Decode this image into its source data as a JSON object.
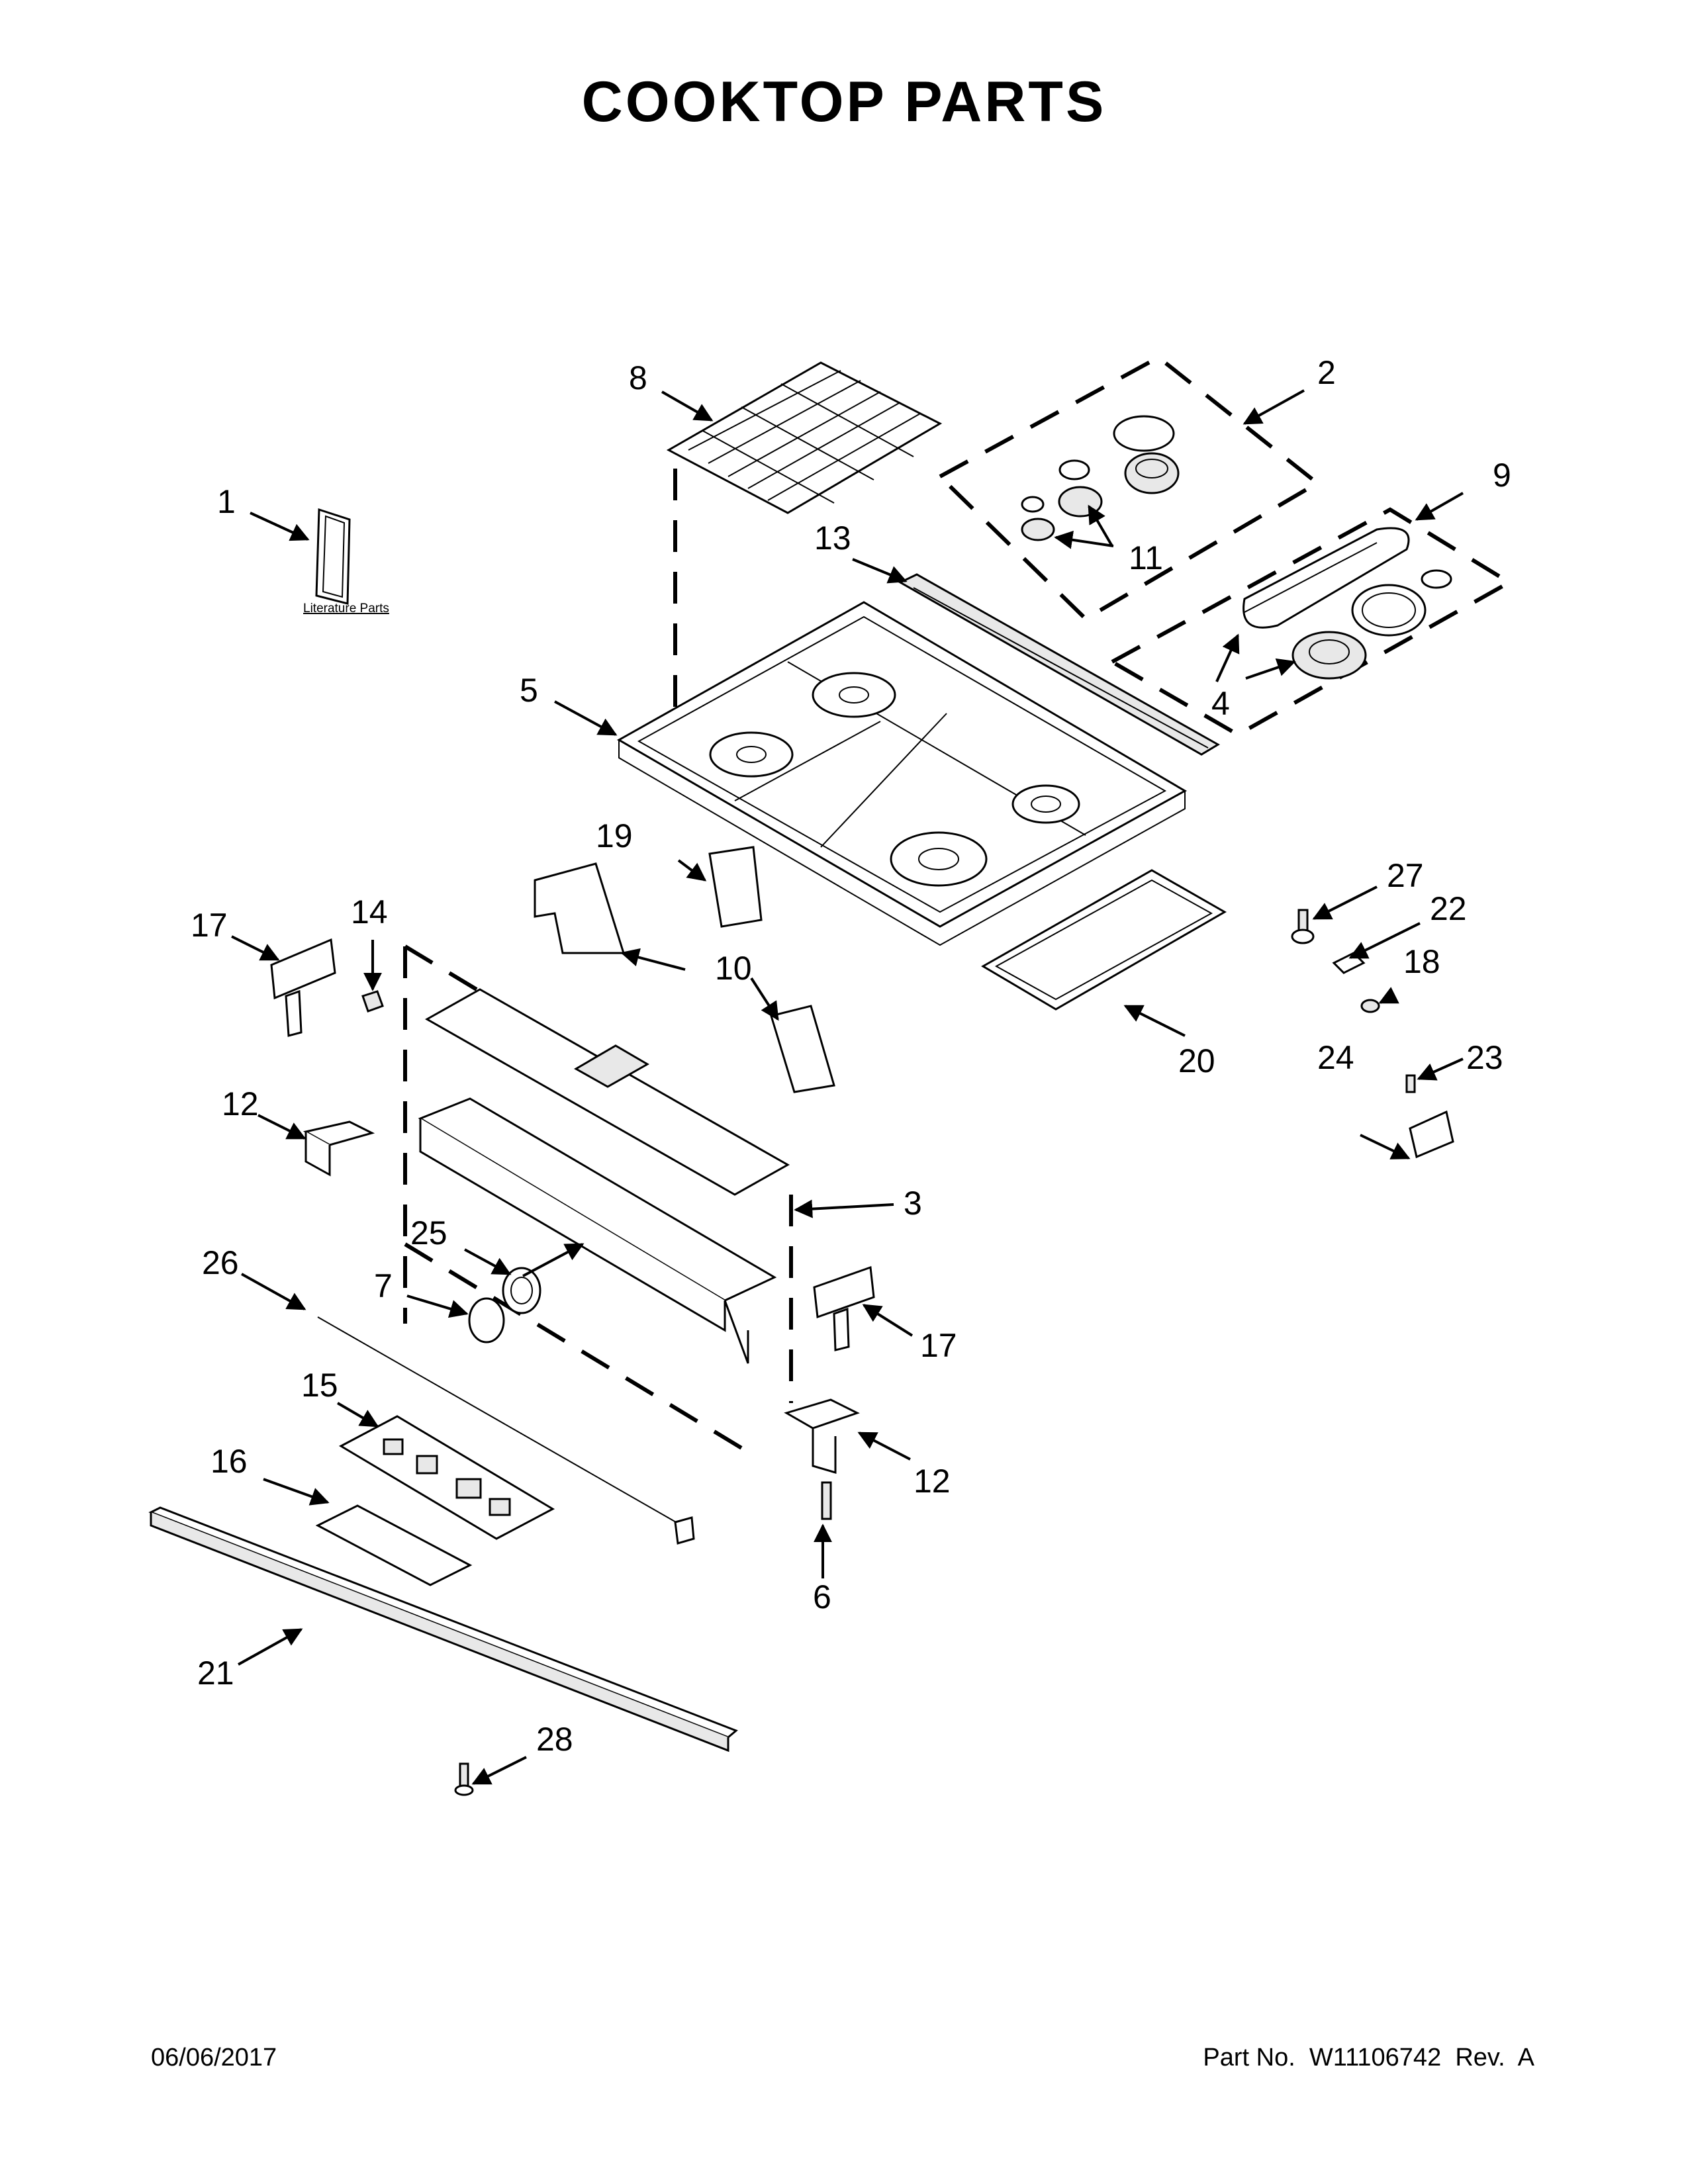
{
  "title": "COOKTOP PARTS",
  "literature_label": "Literature Parts",
  "callouts": [
    {
      "id": "c1",
      "label": "1"
    },
    {
      "id": "c2",
      "label": "2"
    },
    {
      "id": "c3",
      "label": "3"
    },
    {
      "id": "c4",
      "label": "4"
    },
    {
      "id": "c5",
      "label": "5"
    },
    {
      "id": "c6",
      "label": "6"
    },
    {
      "id": "c7",
      "label": "7"
    },
    {
      "id": "c8",
      "label": "8"
    },
    {
      "id": "c9",
      "label": "9"
    },
    {
      "id": "c10",
      "label": "10"
    },
    {
      "id": "c11",
      "label": "11"
    },
    {
      "id": "c12a",
      "label": "12"
    },
    {
      "id": "c12b",
      "label": "12"
    },
    {
      "id": "c13",
      "label": "13"
    },
    {
      "id": "c14",
      "label": "14"
    },
    {
      "id": "c15",
      "label": "15"
    },
    {
      "id": "c16",
      "label": "16"
    },
    {
      "id": "c17a",
      "label": "17"
    },
    {
      "id": "c17b",
      "label": "17"
    },
    {
      "id": "c18",
      "label": "18"
    },
    {
      "id": "c19",
      "label": "19"
    },
    {
      "id": "c20",
      "label": "20"
    },
    {
      "id": "c21",
      "label": "21"
    },
    {
      "id": "c22",
      "label": "22"
    },
    {
      "id": "c23",
      "label": "23"
    },
    {
      "id": "c24",
      "label": "24"
    },
    {
      "id": "c25",
      "label": "25"
    },
    {
      "id": "c26",
      "label": "26"
    },
    {
      "id": "c27",
      "label": "27"
    },
    {
      "id": "c28",
      "label": "28"
    }
  ],
  "footer": {
    "date": "06/06/2017",
    "part_number": "Part No.  W11106742  Rev.  A"
  }
}
